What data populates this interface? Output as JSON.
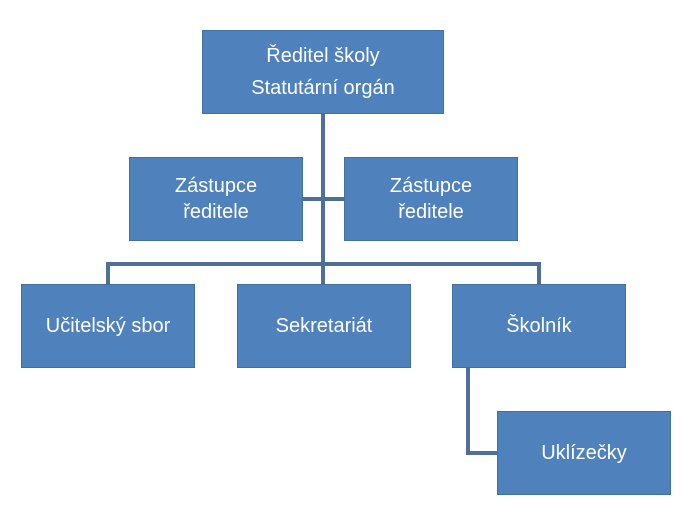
{
  "colors": {
    "node_fill": "#4f81bd",
    "node_border": "#41719c",
    "connector": "#4f6f99",
    "text": "#ffffff"
  },
  "chart": {
    "director": {
      "line1": "Ředitel školy",
      "line2": "Statutární orgán"
    },
    "deputies": [
      {
        "label_line1": "Zástupce",
        "label_line2": "ředitele"
      },
      {
        "label_line1": "Zástupce",
        "label_line2": "ředitele"
      }
    ],
    "departments": [
      {
        "label": "Učitelský sbor"
      },
      {
        "label": "Sekretariát"
      },
      {
        "label": "Školník"
      }
    ],
    "janitor_subordinate": {
      "label": "Uklízečky"
    }
  }
}
